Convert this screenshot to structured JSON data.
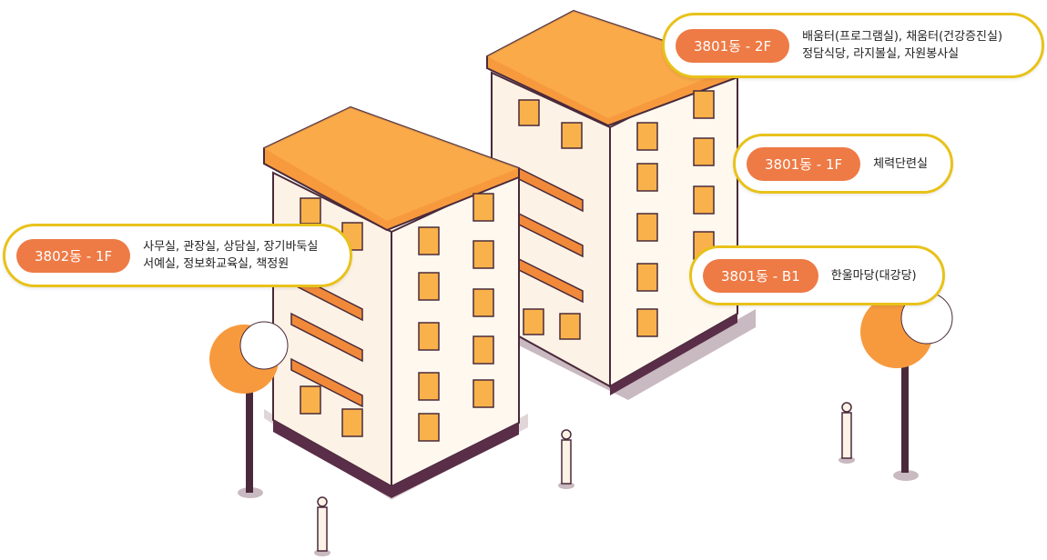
{
  "callouts": [
    {
      "badge": "3801동 - 2F",
      "lines": [
        "배움터(프로그램실), 채움터(건강증진실)",
        "정담식당, 라지볼실, 자원봉사실"
      ]
    },
    {
      "badge": "3801동 - 1F",
      "lines": [
        "체력단련실"
      ]
    },
    {
      "badge": "3801동 - B1",
      "lines": [
        "한울마당(대강당)"
      ]
    },
    {
      "badge": "3802동 - 1F",
      "lines": [
        "사무실, 관장실, 상담실, 장기바둑실",
        "서예실, 정보화교육실, 책정원"
      ]
    }
  ],
  "colors": {
    "roof": "#f79a3e",
    "wall": "#fdf2e6",
    "accent": "#ee7a45",
    "border": "#e8c21a",
    "outline": "#4a2a3a"
  }
}
